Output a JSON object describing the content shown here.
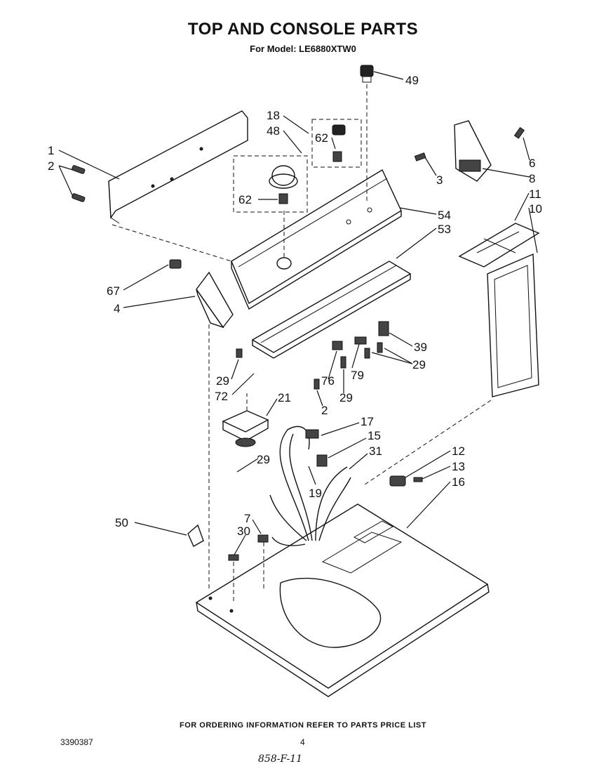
{
  "header": {
    "title": "TOP AND CONSOLE PARTS",
    "subtitle": "For Model: LE6880XTW0"
  },
  "callouts": {
    "c1": "1",
    "c2a": "2",
    "c49": "49",
    "c18": "18",
    "c48": "48",
    "c62a": "62",
    "c62b": "62",
    "c3": "3",
    "c6": "6",
    "c8": "8",
    "c11": "11",
    "c10": "10",
    "c54": "54",
    "c53": "53",
    "c67": "67",
    "c4": "4",
    "c39": "39",
    "c29a": "29",
    "c72": "72",
    "c76": "76",
    "c79": "79",
    "c29b": "29",
    "c29c": "29",
    "c2b": "2",
    "c21": "21",
    "c17": "17",
    "c15": "15",
    "c31": "31",
    "c29d": "29",
    "c19": "19",
    "c12": "12",
    "c13": "13",
    "c16": "16",
    "c50": "50",
    "c7": "7",
    "c30": "30"
  },
  "footer": {
    "ordering_note": "FOR ORDERING INFORMATION REFER TO PARTS PRICE LIST",
    "doc_number": "3390387",
    "page_number": "4",
    "handwritten_note": "858-F-11"
  }
}
